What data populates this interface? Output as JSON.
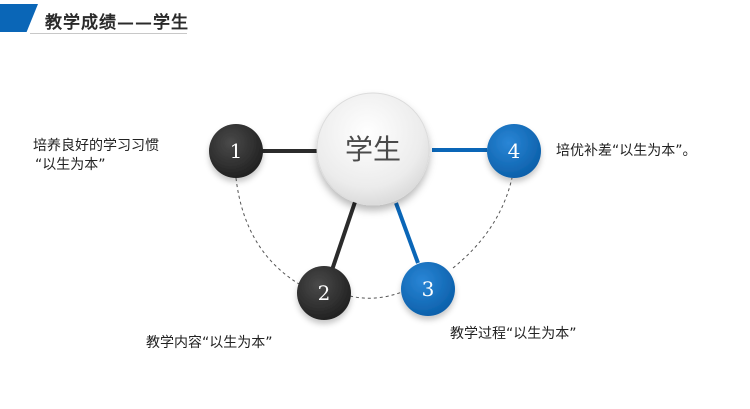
{
  "header": {
    "title": "教学成绩——学生",
    "accent_color": "#0a66b7"
  },
  "diagram": {
    "center": {
      "label": "学生"
    },
    "nodes": [
      {
        "number": "1",
        "style": "dark"
      },
      {
        "number": "2",
        "style": "dark"
      },
      {
        "number": "3",
        "style": "blue"
      },
      {
        "number": "4",
        "style": "blue"
      }
    ],
    "colors": {
      "dark": "#2b2b2b",
      "blue": "#0a66b7",
      "center_fill": "#f2f2f2"
    }
  },
  "captions": {
    "node1": [
      "培养良好的学习习惯",
      "“以生为本”"
    ],
    "node2": "教学内容“以生为本”",
    "node3": "教学过程“以生为本”",
    "node4": "培优补差“以生为本”。"
  }
}
